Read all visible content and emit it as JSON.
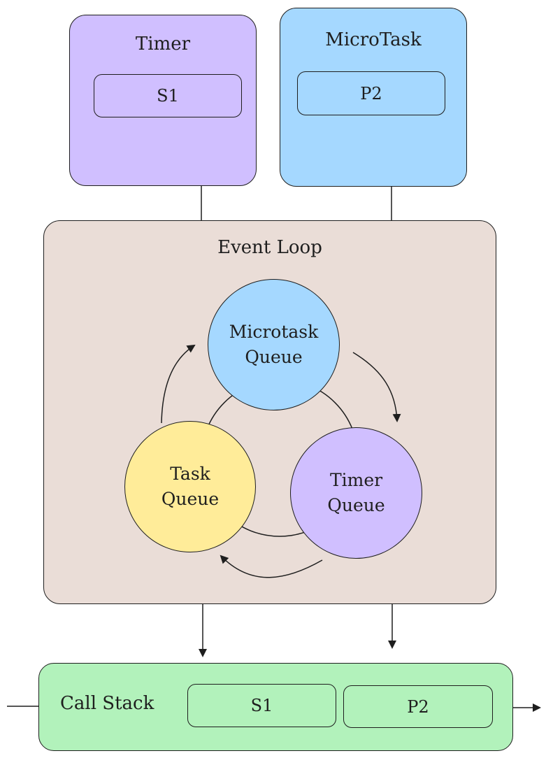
{
  "timer_box": {
    "title": "Timer",
    "item": "S1"
  },
  "microtask_box": {
    "title": "MicroTask",
    "item": "P2"
  },
  "event_loop": {
    "title": "Event Loop",
    "microtask_queue": {
      "line1": "Microtask",
      "line2": "Queue"
    },
    "timer_queue": {
      "line1": "Timer",
      "line2": "Queue"
    },
    "task_queue": {
      "line1": "Task",
      "line2": "Queue"
    }
  },
  "call_stack": {
    "label": "Call Stack",
    "items": [
      "S1",
      "P2"
    ]
  },
  "colors": {
    "timer_purple": "#d0bfff",
    "microtask_blue": "#a5d8ff",
    "event_loop_bg": "#eaddd7",
    "task_yellow": "#ffec99",
    "call_stack_green": "#b2f2bb",
    "stroke": "#1e1e1e"
  }
}
